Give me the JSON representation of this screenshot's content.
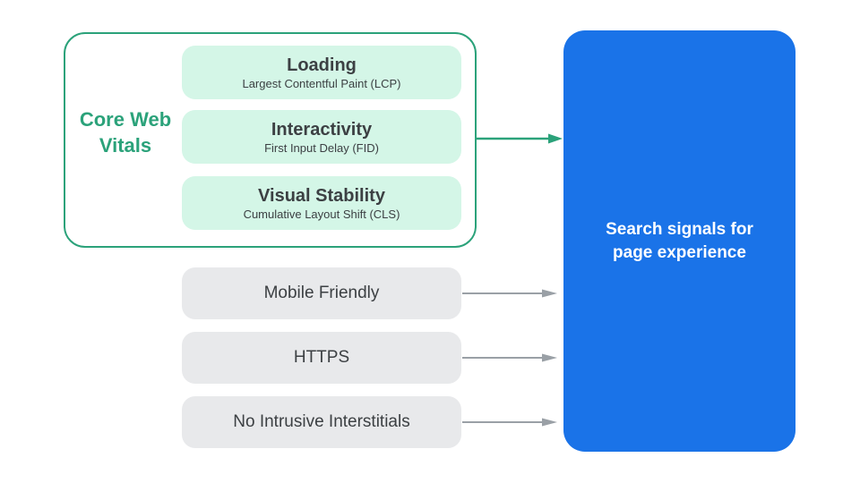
{
  "theme": {
    "green": "#2BA27A",
    "mint": "#D4F6E7",
    "blue": "#1A73E8",
    "grey_box": "#E8E9EB",
    "text_dark": "#3C4043",
    "arrow_grey": "#9AA0A6",
    "white": "#FFFFFF"
  },
  "core_web_vitals": {
    "label": "Core Web Vitals",
    "cards": [
      {
        "title": "Loading",
        "subtitle": "Largest Contentful Paint (LCP)"
      },
      {
        "title": "Interactivity",
        "subtitle": "First Input Delay (FID)"
      },
      {
        "title": "Visual Stability",
        "subtitle": "Cumulative Layout Shift (CLS)"
      }
    ]
  },
  "other_signals": [
    {
      "label": "Mobile Friendly"
    },
    {
      "label": "HTTPS"
    },
    {
      "label": "No Intrusive Interstitials"
    }
  ],
  "result_box": {
    "label": "Search signals for page experience"
  }
}
